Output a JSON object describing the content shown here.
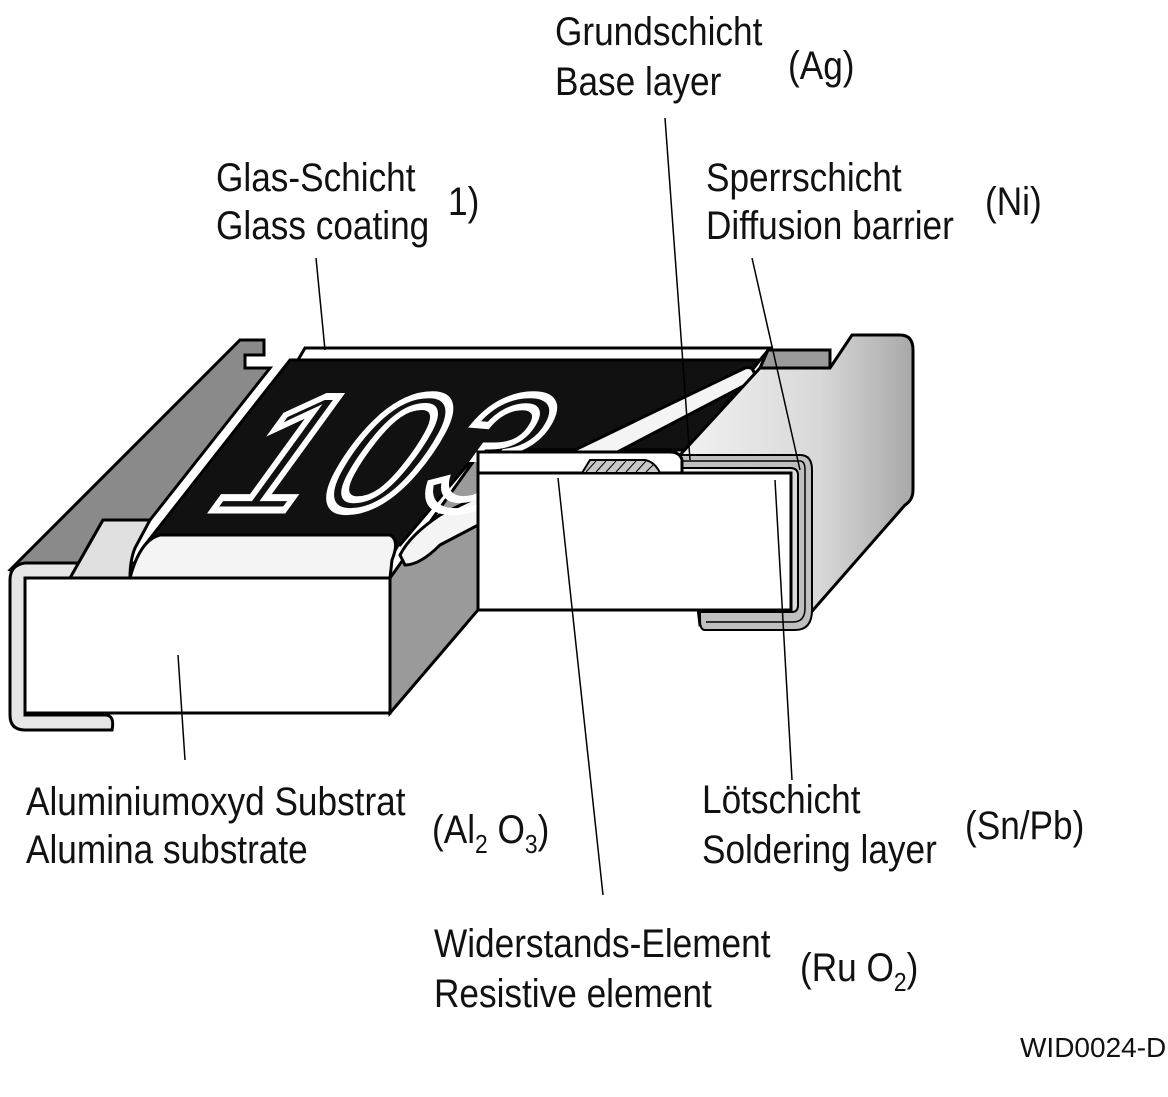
{
  "labels": {
    "base_layer": {
      "de": "Grundschicht",
      "en": "Base layer",
      "material": "(Ag)"
    },
    "glass_coating": {
      "de": "Glas-Schicht",
      "en": "Glass coating",
      "note": "1)"
    },
    "diffusion_barrier": {
      "de": "Sperrschicht",
      "en": "Diffusion barrier",
      "material": "(Ni)"
    },
    "substrate": {
      "de": "Aluminiumoxyd Substrat",
      "en": "Alumina substrate",
      "material_pre": "(Al",
      "material_sub1": "2",
      "material_mid": " O",
      "material_sub2": "3",
      "material_post": ")"
    },
    "soldering_layer": {
      "de": "Lötschicht",
      "en": "Soldering layer",
      "material": "(Sn/Pb)"
    },
    "resistive_element": {
      "de": "Widerstands-Element",
      "en": "Resistive element",
      "material_pre": "(Ru O",
      "material_sub": "2",
      "material_post": ")"
    }
  },
  "chip_marking": "103",
  "figure_code": "WID0024-D",
  "colors": {
    "body_gray": "#9a9a9a",
    "dark_gray": "#707070",
    "resistive_black": "#111111",
    "terminal_light": "#dcdcdc",
    "line": "#000000"
  }
}
